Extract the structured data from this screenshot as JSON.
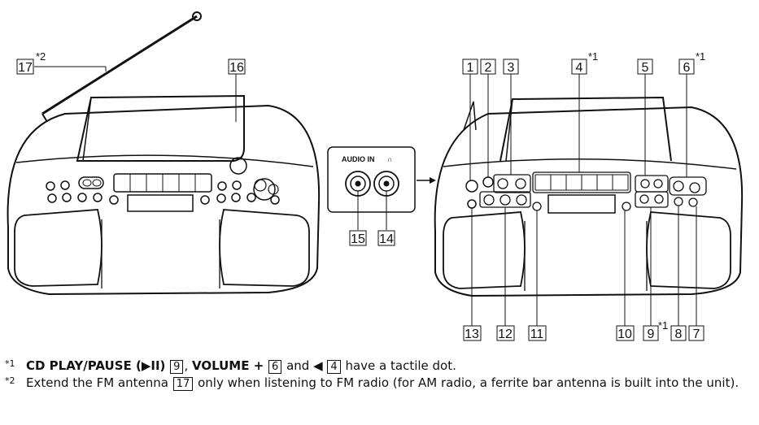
{
  "callouts": {
    "c1": "1",
    "c2": "2",
    "c3": "3",
    "c4": "4",
    "c5": "5",
    "c6": "6",
    "c7": "7",
    "c8": "8",
    "c9": "9",
    "c10": "10",
    "c11": "11",
    "c12": "12",
    "c13": "13",
    "c14": "14",
    "c15": "15",
    "c16": "16",
    "c17": "17"
  },
  "note_marks": {
    "n1": "*1",
    "n2": "*2"
  },
  "jack_panel": {
    "audio_in": "AUDIO IN",
    "headphone_symbol": "∩"
  },
  "footnotes": {
    "fn1": {
      "mark": "*1",
      "part1": "CD PLAY/PAUSE (",
      "glyph": "▶II",
      "part2": ")",
      "num1": "9",
      "sep1": ", ",
      "part3": "VOLUME +",
      "num2": "6",
      "and": " and ",
      "arrow": "◀",
      "num3": "4",
      "tail": " have a tactile dot."
    },
    "fn2": {
      "mark": "*2",
      "part1": "Extend the FM antenna",
      "num": "17",
      "tail": "only when listening to FM radio (for AM radio, a ferrite bar antenna is built into the unit)."
    }
  }
}
